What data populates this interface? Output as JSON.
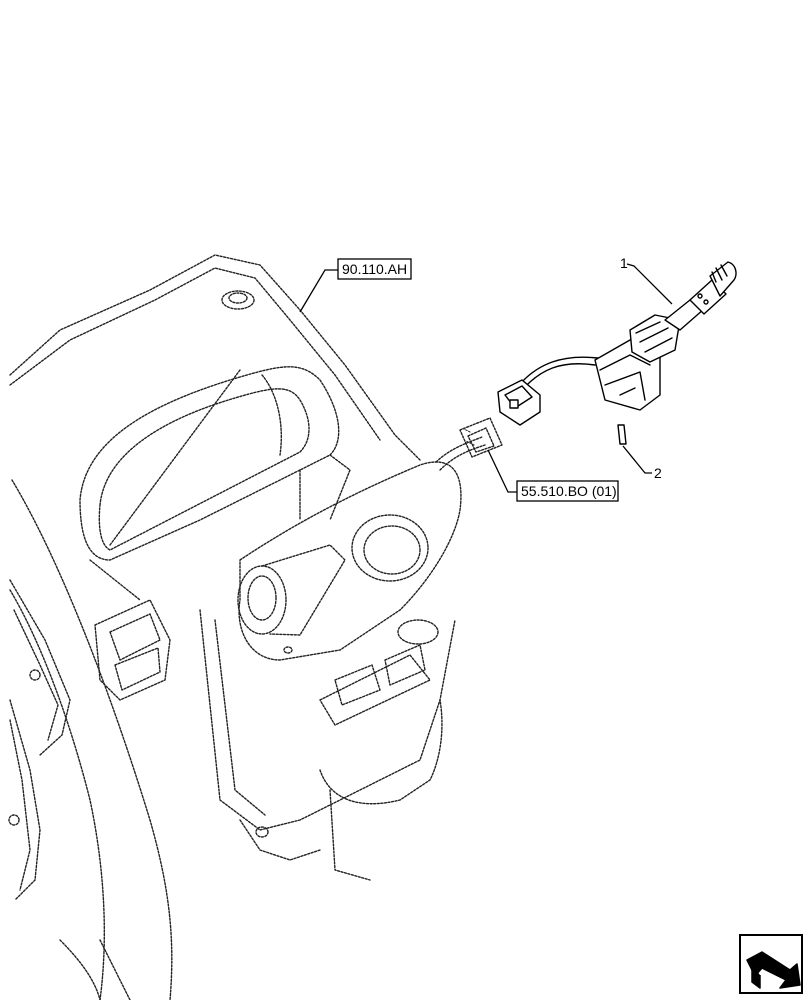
{
  "callouts": {
    "item_1": "1",
    "item_2": "2"
  },
  "references": {
    "ref_top": "90.110.AH",
    "ref_connector": "55.510.BO (01)"
  },
  "icons": {
    "nav_icon": "next-page-arrow-icon"
  }
}
